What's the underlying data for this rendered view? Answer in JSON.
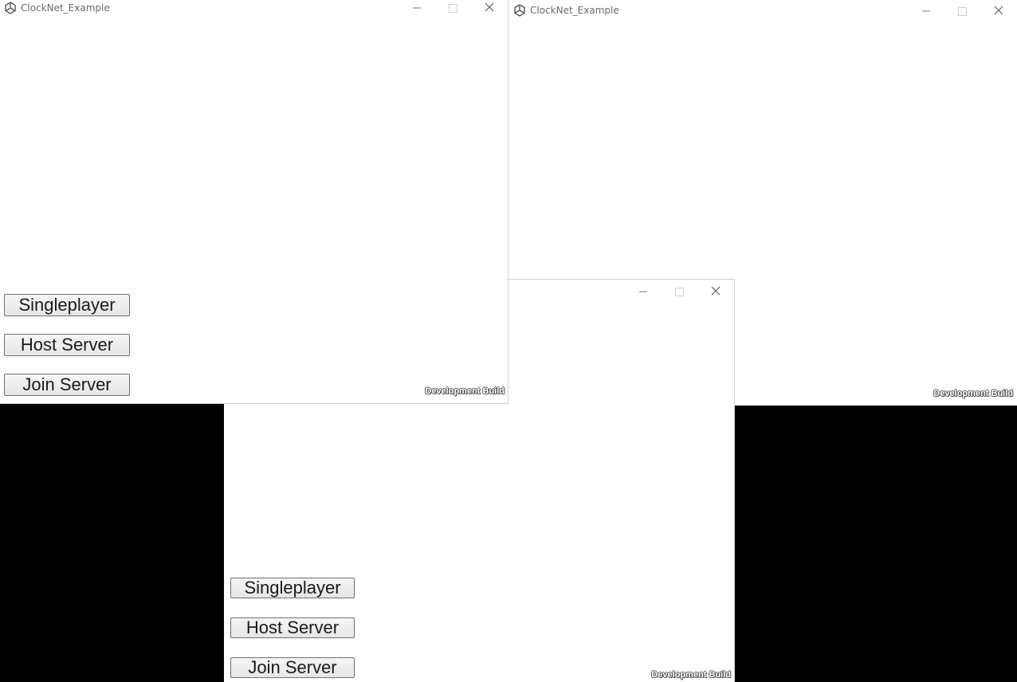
{
  "windows": [
    {
      "title": "ClockNet_Example",
      "buttons": [
        "Singleplayer",
        "Host Server",
        "Join Server"
      ],
      "footer": "Development Build"
    },
    {
      "title": "ClockNet_Example",
      "buttons": [],
      "footer": "Development Build"
    },
    {
      "title": "",
      "buttons": [
        "Singleplayer",
        "Host Server",
        "Join Server"
      ],
      "footer": "Development Build"
    }
  ],
  "icons": {
    "app": "unity-logo-icon",
    "minimize": "minimize-icon",
    "maximize": "maximize-icon",
    "close": "close-icon"
  },
  "colors": {
    "desktop": "#000000",
    "window_bg": "#ffffff",
    "title_text": "#6b6b6b"
  }
}
